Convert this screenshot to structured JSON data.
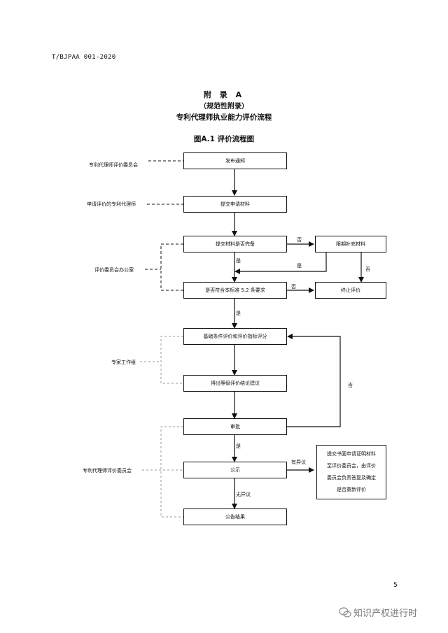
{
  "document": {
    "header_code": "T/BJPAA 001-2020",
    "appendix_title": "附 录 A",
    "appendix_type": "（规范性附录）",
    "appendix_name": "专利代理师执业能力评价流程",
    "figure_title": "图A.1  评价流程图",
    "page_number": "5"
  },
  "flowchart": {
    "boxes": {
      "notice": "发布通知",
      "submit": "提交申请材料",
      "complete_check": "提交材料是否完备",
      "supplement": "限期补充材料",
      "standard_check": "是否符合本标准 5.2 条要求",
      "terminate": "终止评价",
      "scoring": "基础条件评价和评价指标评分",
      "grade": "得出等级评价结论建议",
      "approval": "审批",
      "publicity": "公示",
      "objection_lines": [
        "提交书面申请证明材料",
        "至评价委员会，由评价",
        "委员会负责答复及确定",
        "是否重新评价"
      ],
      "result": "公告结果"
    },
    "actors": {
      "committee_top": "专利代理师评价委员会",
      "applicant": "申请评价的专利代理师",
      "office": "评价委员会办公室",
      "experts": "专家工作组",
      "committee_bottom": "专利代理师评价委员会"
    },
    "labels": {
      "no_1": "否",
      "yes_1": "是",
      "yes_2": "是",
      "no_2": "否",
      "no_3": "否",
      "yes_3": "是",
      "no_4": "否",
      "yes_4": "是",
      "objection": "有异议",
      "no_objection": "无异议"
    }
  },
  "watermark": {
    "text": "知识产权进行时",
    "icon": "wechat-icon"
  }
}
